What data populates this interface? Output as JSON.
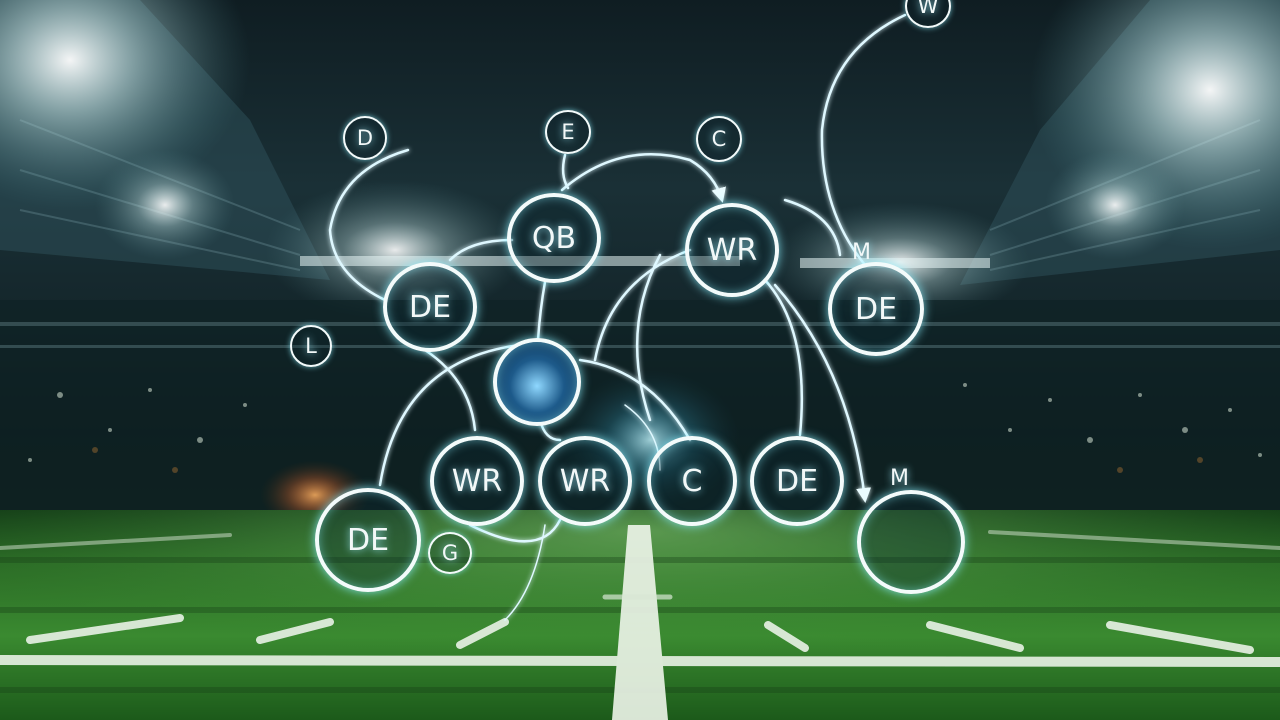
{
  "image": {
    "subject": "Football play diagram over a floodlit stadium field",
    "colors": {
      "grass": "#2f7a2a",
      "line_glow": "#9ff0ff",
      "marker_white": "#f3fbfb"
    }
  },
  "markers": {
    "qb": "QB",
    "wr_top": "WR",
    "de_left": "DE",
    "de_right": "DE",
    "center_dot": "",
    "wr_bottom_1": "WR",
    "wr_bottom_2": "WR",
    "c_bottom": "C",
    "de_bottom": "DE",
    "de_front": "DE",
    "m_empty": "",
    "d_small": "D",
    "e_small": "E",
    "c_small": "C",
    "w_small": "W",
    "l_small": "L",
    "g_small": "G"
  },
  "tags": {
    "m_top": "M",
    "m_bottom": "M"
  }
}
